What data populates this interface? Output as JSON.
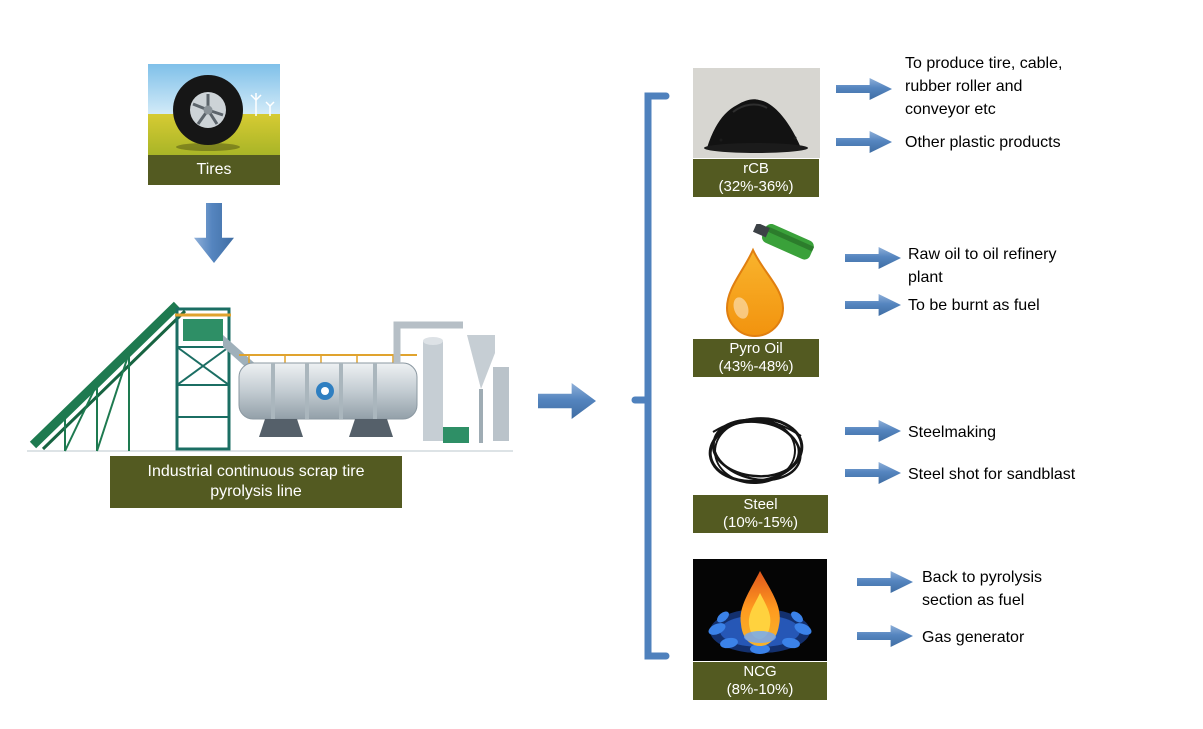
{
  "colors": {
    "label_olive": "#535a21",
    "arrow_blue": "#4f81bd",
    "arrow_blue_light": "#8fb0d9",
    "arrow_blue_dark": "#3f6da3",
    "text": "#000000",
    "background": "#ffffff"
  },
  "icons": {
    "down_arrow": "block-down-arrow",
    "flow_arrow": "block-right-arrow",
    "group_bracket": "left-square-bracket",
    "use_arrow": "block-right-arrow",
    "tires_image": "tire-on-field-photo",
    "plant_image": "pyrolysis-plant-illustration",
    "rcb_image": "carbon-black-powder-photo",
    "pyro_oil_image": "oil-drop-with-nozzle-photo",
    "steel_image": "steel-wire-coil-photo",
    "ncg_image": "gas-burner-flame-photo"
  },
  "source": {
    "tires_label": "Tires",
    "plant_label": "Industrial continuous scrap tire\npyrolysis line"
  },
  "products": [
    {
      "name": "rCB",
      "range": "(32%-36%)",
      "uses": [
        "To produce tire, cable, rubber roller and conveyor etc",
        "Other plastic products"
      ]
    },
    {
      "name": "Pyro Oil",
      "range": "(43%-48%)",
      "uses": [
        "Raw oil to oil refinery plant",
        "To be burnt as fuel"
      ]
    },
    {
      "name": "Steel",
      "range": "(10%-15%)",
      "uses": [
        "Steelmaking",
        "Steel shot for sandblast"
      ]
    },
    {
      "name": "NCG",
      "range": "(8%-10%)",
      "uses": [
        "Back to pyrolysis section as fuel",
        "Gas generator"
      ]
    }
  ]
}
